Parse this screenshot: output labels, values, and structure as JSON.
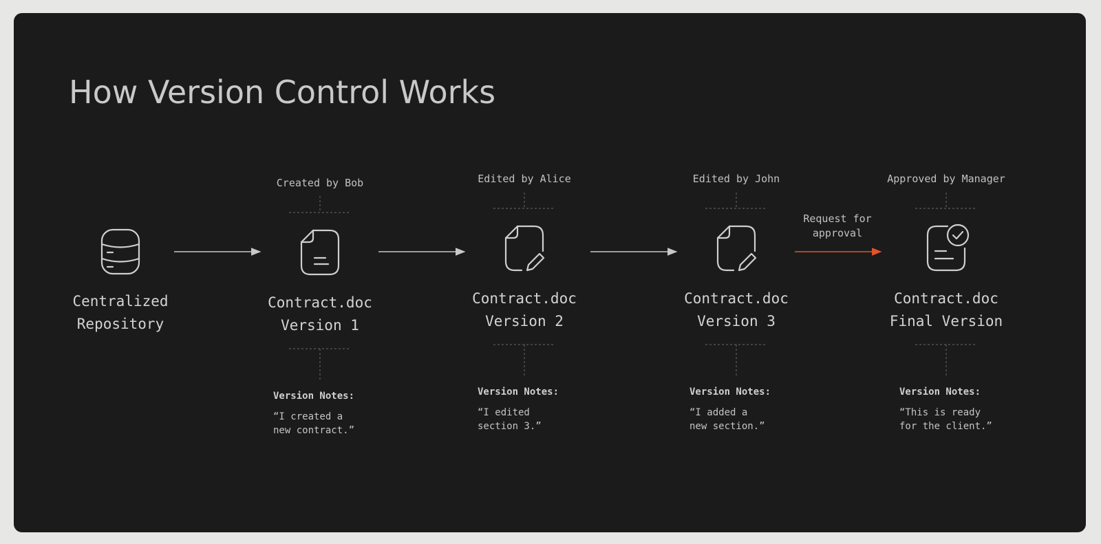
{
  "title": "How Version Control Works",
  "colors": {
    "background": "#1b1b1b",
    "frame": "#e7e7e5",
    "line": "#c8c8c8",
    "accent": "#e5522a"
  },
  "repository": {
    "icon": "database-icon",
    "label_line1": "Centralized",
    "label_line2": "Repository"
  },
  "versions": [
    {
      "icon": "document-icon",
      "caption": "Created by Bob",
      "name": "Contract.doc",
      "version": "Version 1",
      "notes_heading": "Version Notes:",
      "notes_line1": "“I created a",
      "notes_line2": "new contract.”"
    },
    {
      "icon": "document-edit-icon",
      "caption": "Edited by Alice",
      "name": "Contract.doc",
      "version": "Version 2",
      "notes_heading": "Version Notes:",
      "notes_line1": "“I edited",
      "notes_line2": "section 3.”"
    },
    {
      "icon": "document-edit-icon",
      "caption": "Edited by John",
      "name": "Contract.doc",
      "version": "Version 3",
      "notes_heading": "Version Notes:",
      "notes_line1": "“I added a",
      "notes_line2": "new section.”"
    },
    {
      "icon": "document-approved-icon",
      "caption": "Approved by Manager",
      "name": "Contract.doc",
      "version": "Final Version",
      "notes_heading": "Version Notes:",
      "notes_line1": "“This is ready",
      "notes_line2": "for the client.”"
    }
  ],
  "approval_arrow": {
    "line1": "Request for",
    "line2": "approval"
  }
}
